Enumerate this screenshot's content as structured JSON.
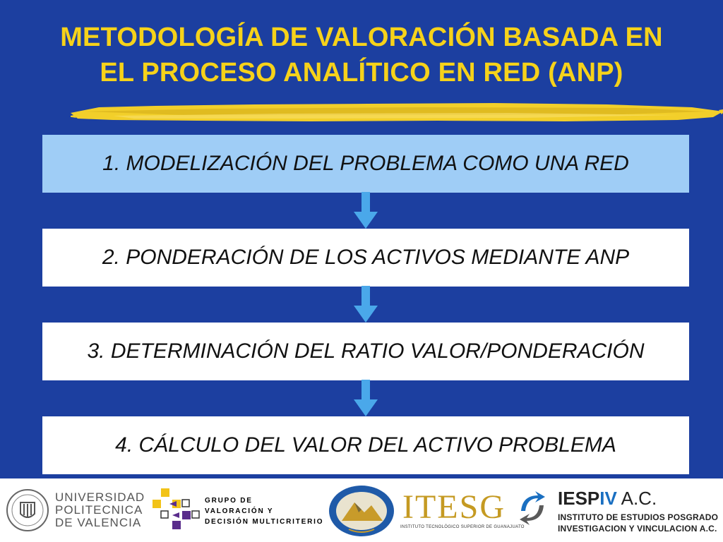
{
  "title": {
    "line1": "METODOLOGÍA DE VALORACIÓN BASADA EN",
    "line2": "EL PROCESO ANALÍTICO EN RED (ANP)"
  },
  "steps": [
    {
      "label": "1. MODELIZACIÓN DEL PROBLEMA COMO UNA RED"
    },
    {
      "label": "2. PONDERACIÓN DE LOS ACTIVOS MEDIANTE ANP"
    },
    {
      "label": "3. DETERMINACIÓN DEL RATIO VALOR/PONDERACIÓN"
    },
    {
      "label": "4. CÁLCULO DEL VALOR DEL ACTIVO PROBLEMA"
    }
  ],
  "colors": {
    "background": "#1c3fa0",
    "title": "#f6d21a",
    "active_box": "#9fcdf6",
    "box": "#ffffff",
    "arrow": "#4aa8ea"
  },
  "footer": {
    "upv": {
      "line1": "UNIVERSIDAD",
      "line2": "POLITECNICA",
      "line3": "DE VALENCIA"
    },
    "grupo": {
      "line1": "GRUPO DE",
      "line2": "VALORACIÓN Y",
      "line3": "DECISIÓN MULTICRITERIO"
    },
    "itesg": {
      "name": "ITESG",
      "subtitle": "INSTITUTO TECNOLÓGICO SUPERIOR DE GUANAJUATO"
    },
    "iespiv": {
      "name_a": "IESP",
      "name_b": "IV",
      "name_c": " A.C.",
      "line1": "INSTITUTO DE ESTUDIOS POSGRADO",
      "line2": "INVESTIGACION Y VINCULACION A.C."
    }
  }
}
